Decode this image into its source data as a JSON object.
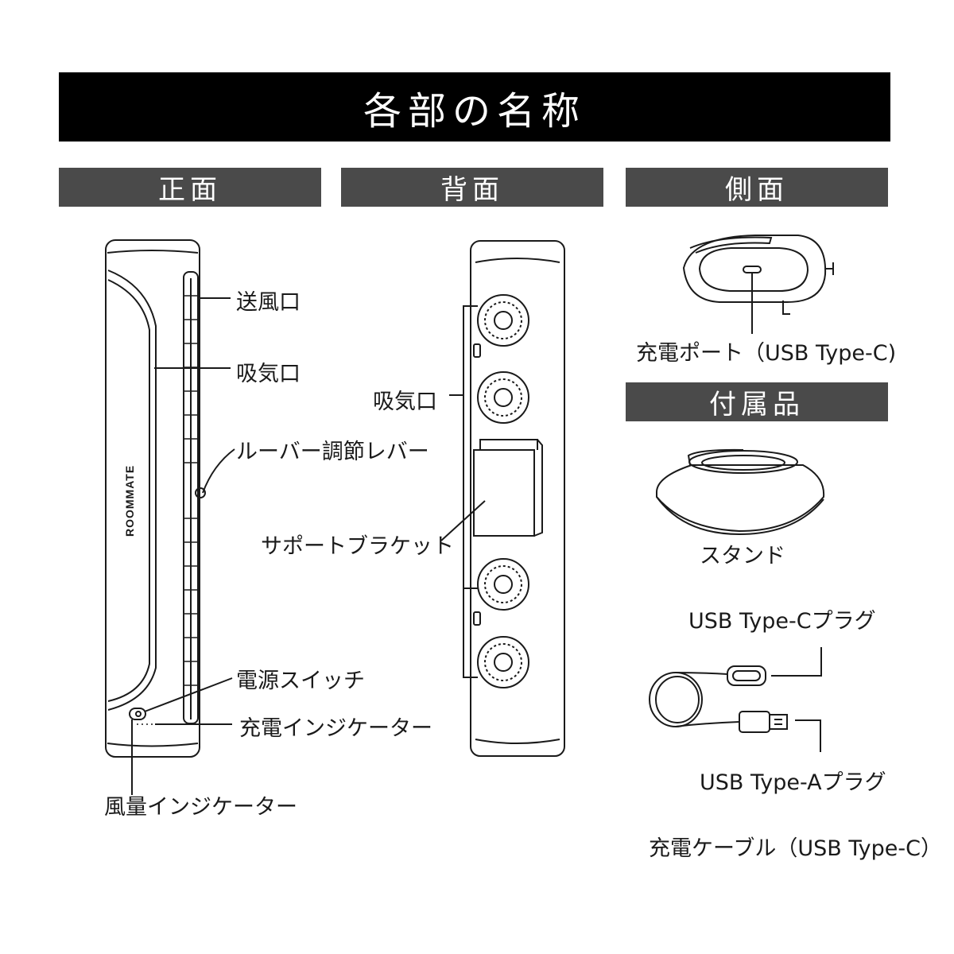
{
  "title": "各部の名称",
  "sections": {
    "front": "正面",
    "back": "背面",
    "side": "側面",
    "accessories": "付属品"
  },
  "front_labels": {
    "outlet": "送風口",
    "inlet": "吸気口",
    "louver_lever": "ルーバー調節レバー",
    "power_switch": "電源スイッチ",
    "charge_indicator": "充電インジケーター",
    "wind_indicator": "風量インジケーター",
    "brand": "ROOMMATE"
  },
  "back_labels": {
    "inlet": "吸気口",
    "support_bracket": "サポートブラケット"
  },
  "side_labels": {
    "charge_port": "充電ポート（USB Type-C)"
  },
  "accessory_labels": {
    "stand": "スタンド",
    "usb_c_plug": "USB Type-Cプラグ",
    "usb_a_plug": "USB Type-Aプラグ",
    "cable": "充電ケーブル（USB Type-C）"
  },
  "colors": {
    "banner_bg": "#000000",
    "section_bg": "#4a4a4a",
    "line": "#1a1a1a"
  }
}
